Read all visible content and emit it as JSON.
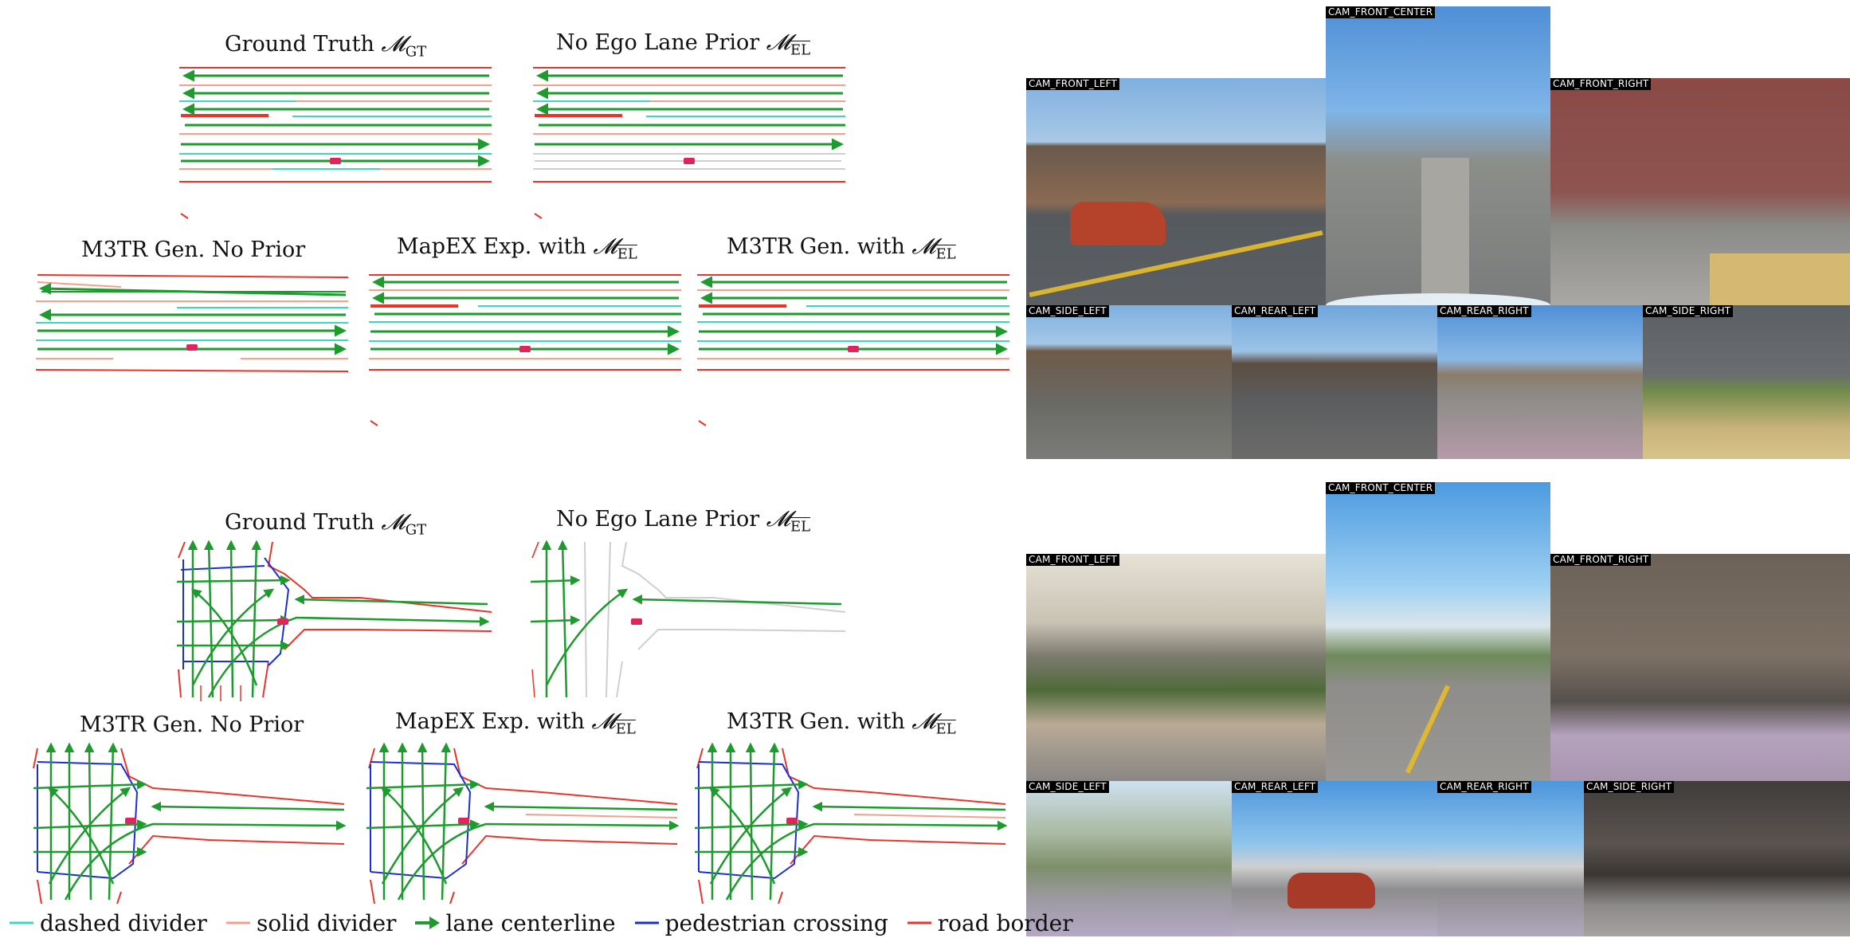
{
  "top_scene": {
    "titles": [
      {
        "pre": "Ground Truth ",
        "math": "𝓜",
        "sub": "GT",
        "overline": false
      },
      {
        "pre": "No Ego Lane Prior ",
        "math": "𝓜",
        "sub": "EL",
        "overline": true
      },
      {
        "pre": "M3TR Gen. No Prior",
        "math": "",
        "sub": "",
        "overline": false
      },
      {
        "pre": "MapEX Exp. with ",
        "math": "𝓜",
        "sub": "EL",
        "overline": true
      },
      {
        "pre": "M3TR Gen. with ",
        "math": "𝓜",
        "sub": "EL",
        "overline": true
      }
    ]
  },
  "bottom_scene": {
    "titles": [
      {
        "pre": "Ground Truth ",
        "math": "𝓜",
        "sub": "GT",
        "overline": false
      },
      {
        "pre": "No Ego Lane Prior ",
        "math": "𝓜",
        "sub": "EL",
        "overline": true
      },
      {
        "pre": "M3TR Gen. No Prior",
        "math": "",
        "sub": "",
        "overline": false
      },
      {
        "pre": "MapEX Exp. with ",
        "math": "𝓜",
        "sub": "EL",
        "overline": true
      },
      {
        "pre": "M3TR Gen. with ",
        "math": "𝓜",
        "sub": "EL",
        "overline": true
      }
    ]
  },
  "cameras": {
    "front_left": "CAM_FRONT_LEFT",
    "front_center": "CAM_FRONT_CENTER",
    "front_right": "CAM_FRONT_RIGHT",
    "side_left": "CAM_SIDE_LEFT",
    "rear_left": "CAM_REAR_LEFT",
    "rear_right": "CAM_REAR_RIGHT",
    "side_right": "CAM_SIDE_RIGHT"
  },
  "legend": [
    {
      "label": "dashed divider",
      "color": "#3fd6c0",
      "kind": "line"
    },
    {
      "label": "solid divider",
      "color": "#f4a08c",
      "kind": "line"
    },
    {
      "label": "lane centerline",
      "color": "#1e9a2e",
      "kind": "arrow"
    },
    {
      "label": "pedestrian crossing",
      "color": "#1b2fd6",
      "kind": "line"
    },
    {
      "label": "road border",
      "color": "#e8352c",
      "kind": "line"
    }
  ],
  "colors": {
    "dashed_divider": "#3fd6c0",
    "solid_divider": "#f4a08c",
    "lane_centerline": "#1e9a2e",
    "pedestrian_crossing": "#1b2fd6",
    "road_border": "#e8352c",
    "ego_vehicle": "#e0245e",
    "prior_gray": "#cfcfcf"
  }
}
